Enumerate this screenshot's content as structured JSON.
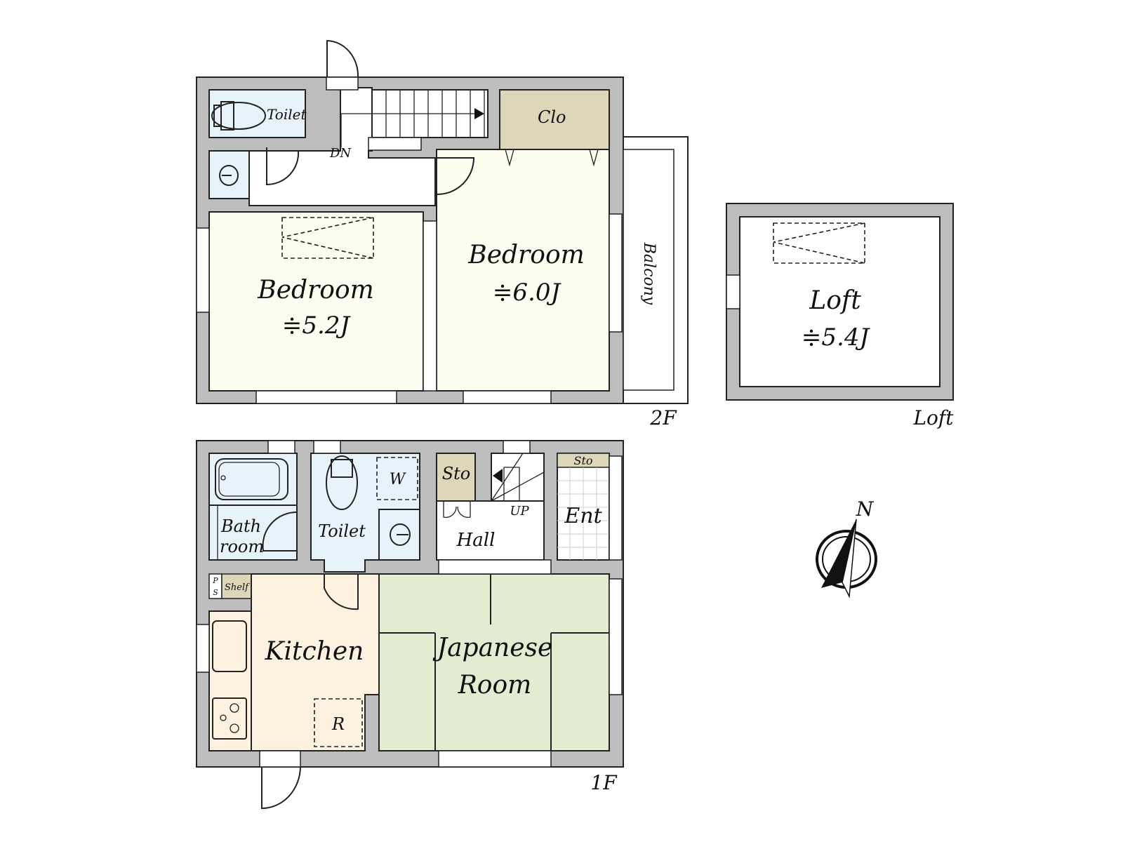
{
  "colors": {
    "wall": "#bdbdbd",
    "bedroom_fill": "#fdfdf0",
    "wet_area_fill": "#e6f3fb",
    "storage_fill": "#ddd6b9",
    "kitchen_fill": "#fdf1e0",
    "tatami_fill": "#e1ecd0",
    "hall_fill": "#ffffff"
  },
  "floor_2f": {
    "floor_label": "2F",
    "toilet": "Toilet",
    "stairs": "DN",
    "closet": "Clo",
    "bedroom_left": {
      "name": "Bedroom",
      "size": "≑5.2J"
    },
    "bedroom_right": {
      "name": "Bedroom",
      "size": "≑6.0J"
    },
    "balcony": "Balcony"
  },
  "loft": {
    "floor_label": "Loft",
    "name": "Loft",
    "size": "≑5.4J"
  },
  "floor_1f": {
    "floor_label": "1F",
    "bathroom_line1": "Bath",
    "bathroom_line2": "room",
    "toilet": "Toilet",
    "washer": "W",
    "storage_hall": "Sto",
    "stairs": "UP",
    "hall": "Hall",
    "entrance_storage": "Sto",
    "entrance": "Ent",
    "ps_line1": "P",
    "ps_line2": "S",
    "shelf": "Shelf",
    "kitchen": "Kitchen",
    "refrigerator": "R",
    "japanese_room_line1": "Japanese",
    "japanese_room_line2": "Room"
  },
  "compass": {
    "north_label": "N"
  }
}
